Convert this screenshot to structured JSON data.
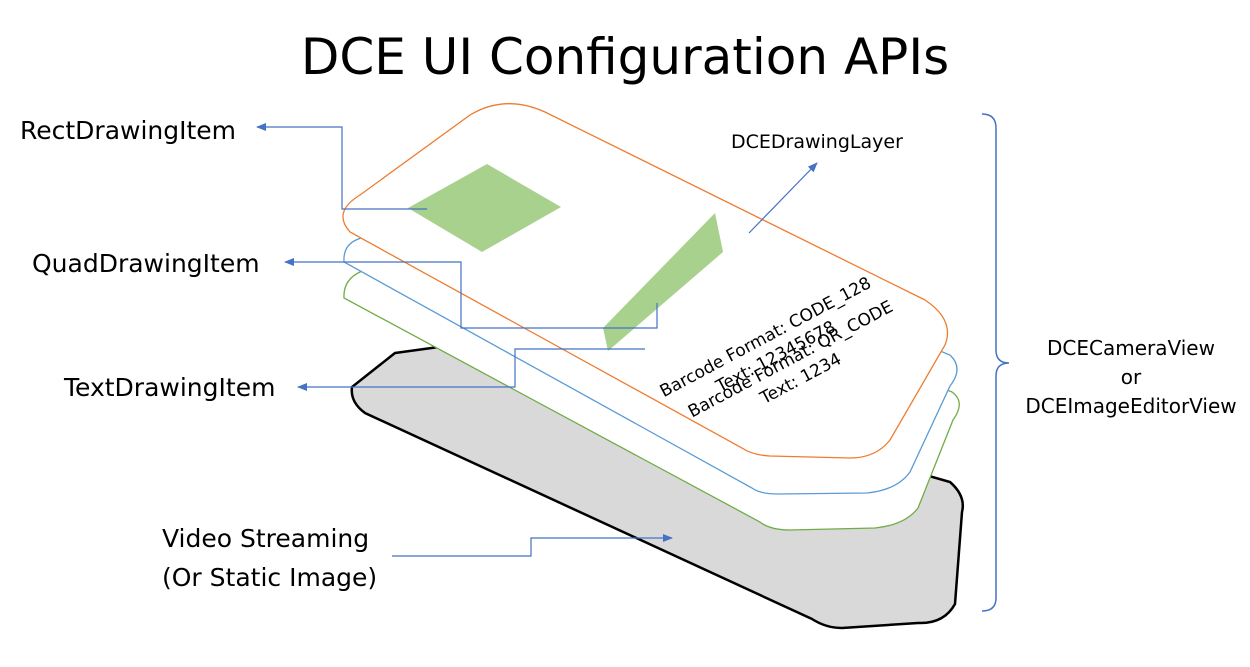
{
  "title": "DCE UI Configuration APIs",
  "labels": {
    "rect_item": "RectDrawingItem",
    "quad_item": "QuadDrawingItem",
    "text_item": "TextDrawingItem",
    "video_line1": "Video Streaming",
    "video_line2": "(Or Static Image)",
    "drawing_layer": "DCEDrawingLayer",
    "camera_view": "DCECameraView",
    "or": "or",
    "image_editor_view": "DCEImageEditorView"
  },
  "plate_text": {
    "line1": "Barcode Format: CODE_128",
    "line2": "Text: 12345678",
    "line3": "Barcode Format: QR_CODE",
    "line4": "Text: 1234"
  },
  "colors": {
    "drawing_layer_border": "#ed7d31",
    "blue_layer_border": "#5b9bd5",
    "green_layer_border": "#70ad47",
    "video_layer_fill": "#d9d9d9",
    "video_layer_border": "#000000",
    "shape_fill": "#a9d18e",
    "connector": "#4472c4"
  }
}
